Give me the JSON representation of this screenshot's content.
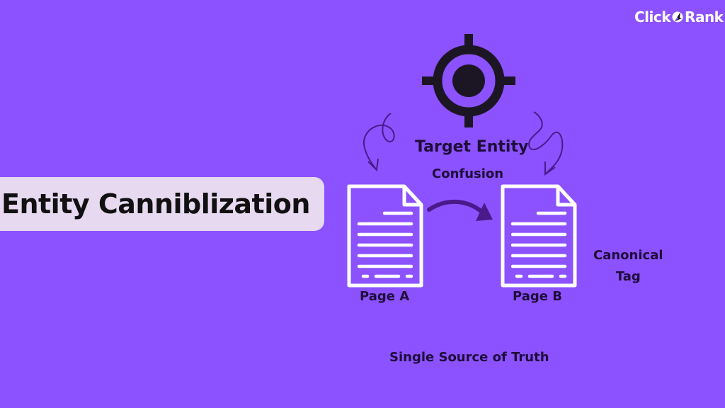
{
  "brand": {
    "logo_text_left": "Click",
    "logo_text_right": "Rank",
    "logo_icon": "rocket-pointer-icon",
    "colors": {
      "background": "#8c52ff",
      "pill": "#e7d9ef",
      "text_dark": "#1e0d3a",
      "icon_dark": "#1c1624",
      "arrow": "#4a1a8a",
      "document_stroke": "#ffffff"
    }
  },
  "title": "Entity Canniblization",
  "diagram": {
    "target_icon": "crosshair-target-icon",
    "target_label": "Target Entity",
    "confusion_label": "Confusion",
    "page_a": {
      "label": "Page A",
      "icon": "document-icon"
    },
    "page_b": {
      "label": "Page B",
      "icon": "document-icon"
    },
    "redirect_arrow": "curved-arrow-icon",
    "canonical_label_line1": "Canonical",
    "canonical_label_line2": "Tag",
    "footer_label": "Single Source of Truth"
  }
}
